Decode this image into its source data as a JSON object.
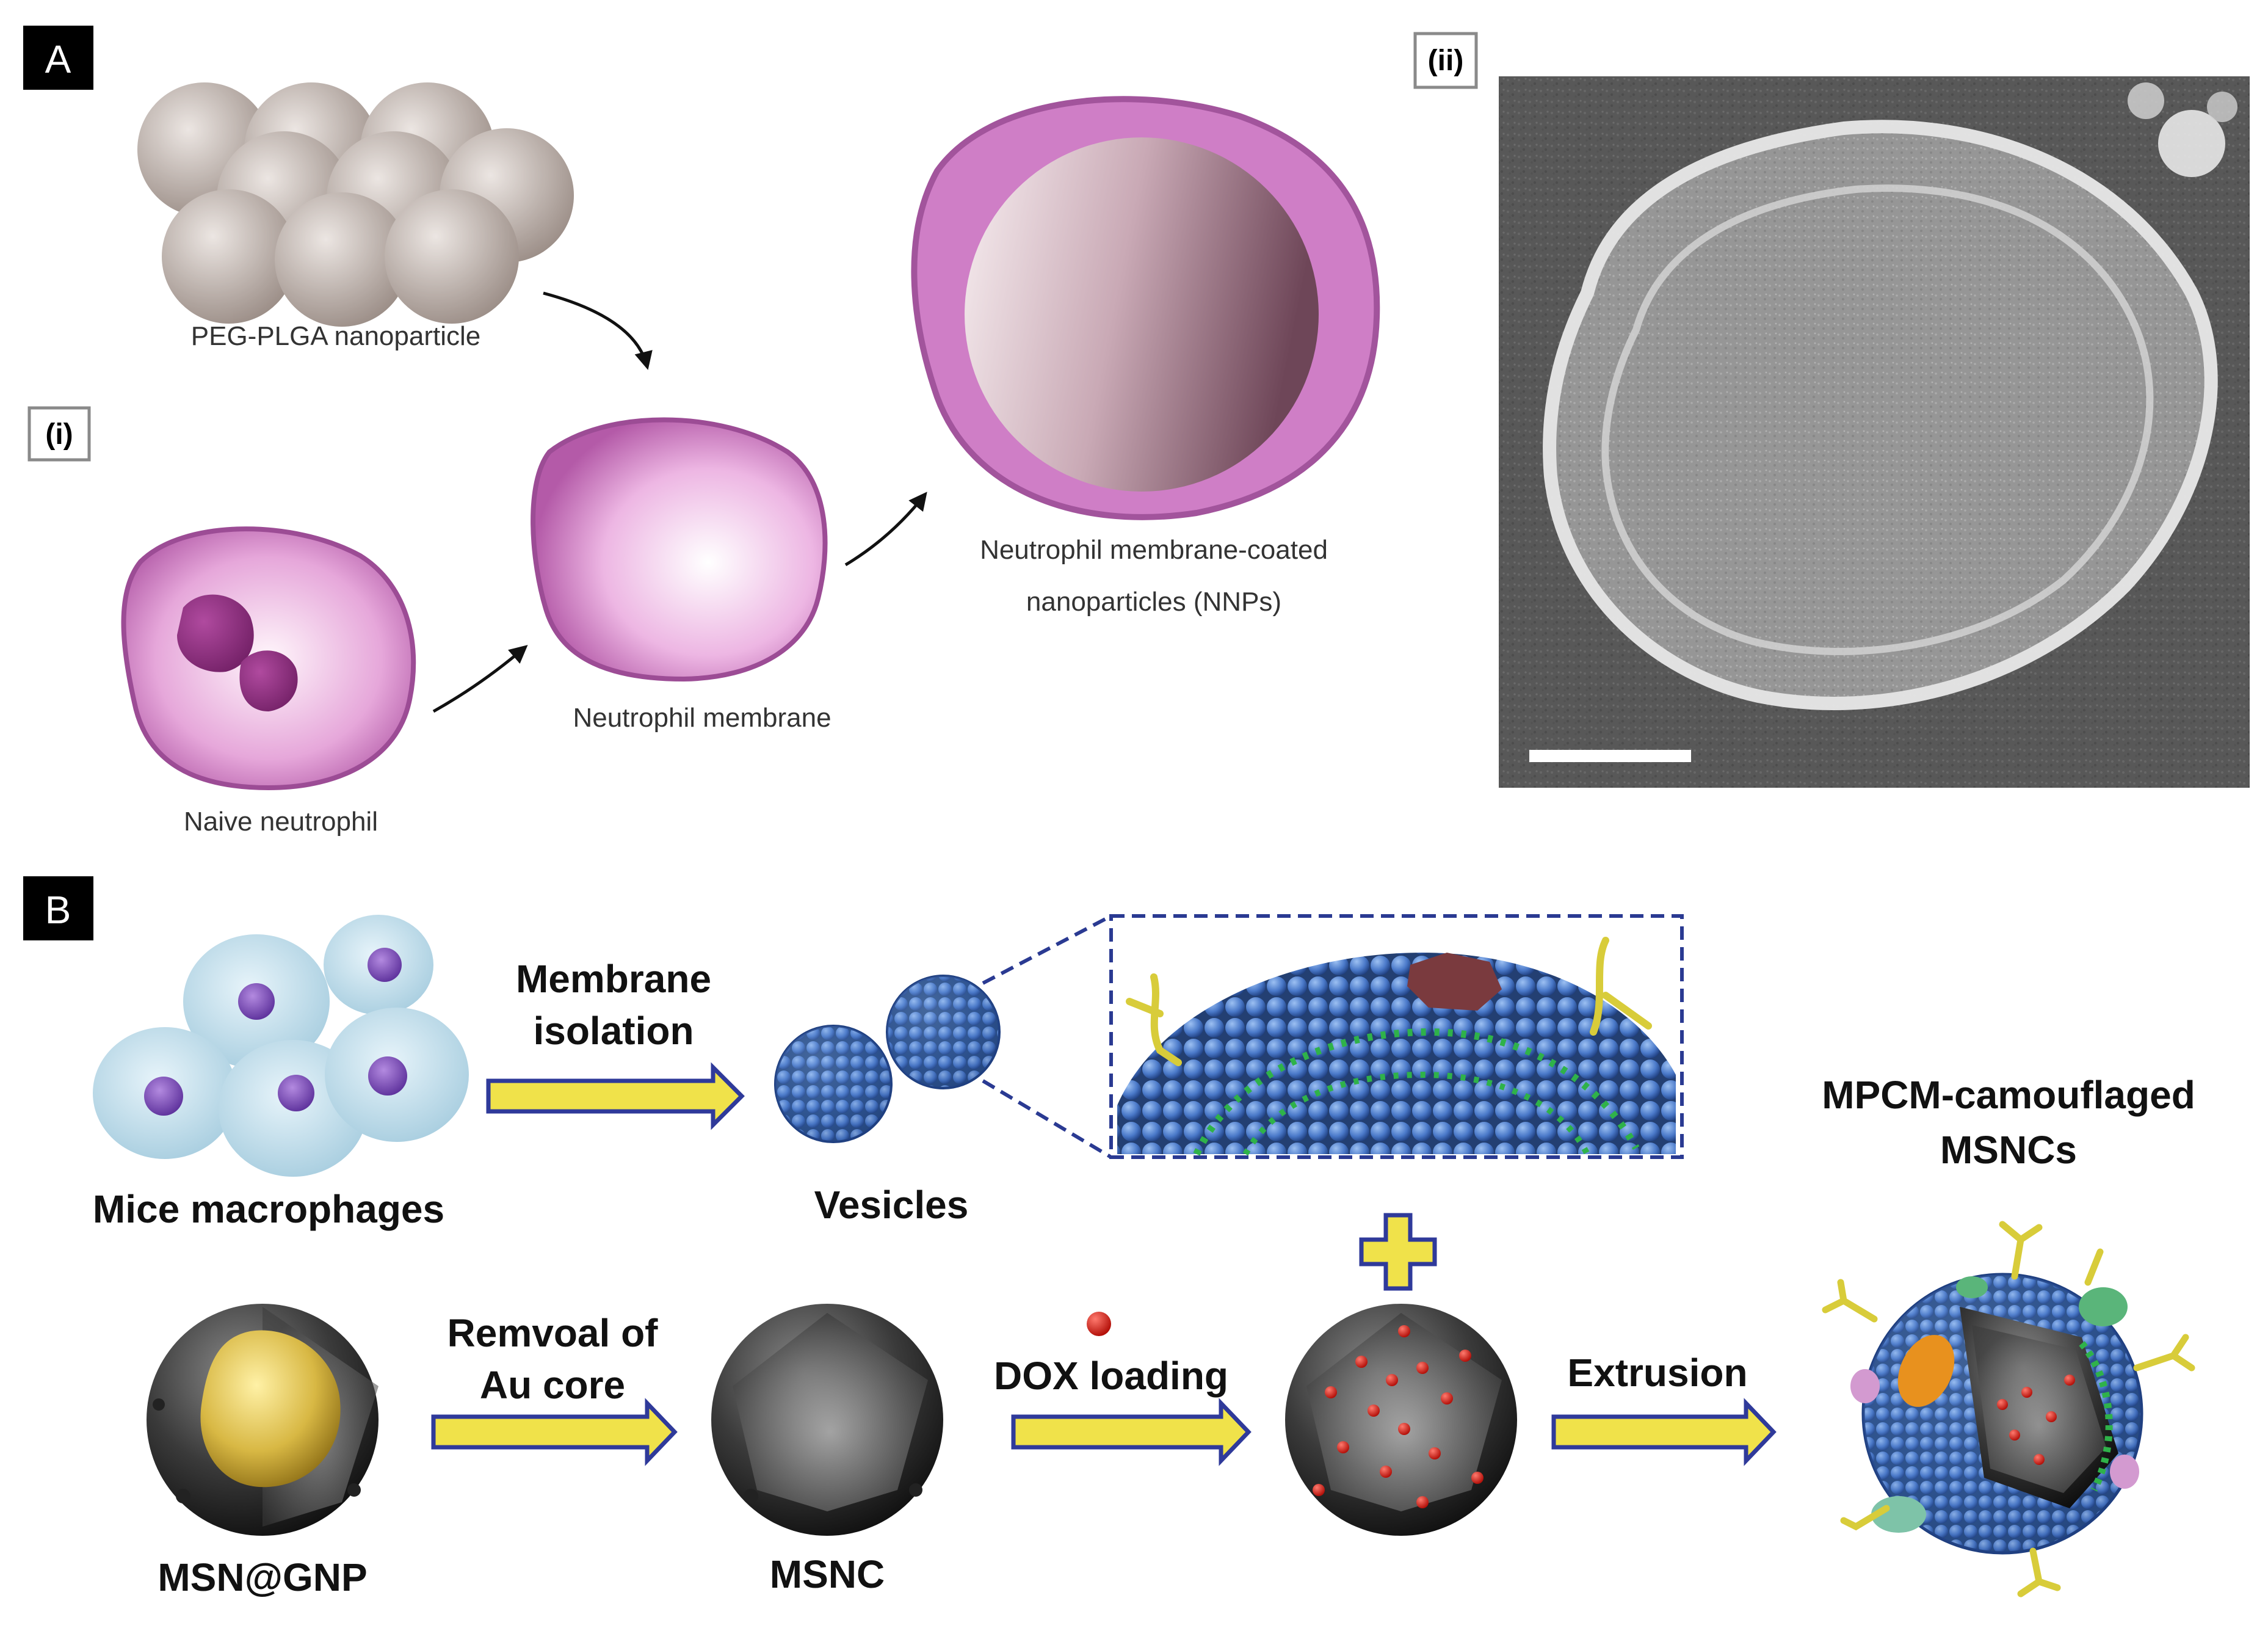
{
  "panel_a": {
    "label": "A",
    "sub_label_i": "(i)",
    "sub_label_ii": "(ii)",
    "captions": {
      "nanoparticle": "PEG-PLGA nanoparticle",
      "naive_neutrophil": "Naive neutrophil",
      "neutrophil_membrane": "Neutrophil membrane",
      "nnp_line1": "Neutrophil membrane-coated",
      "nnp_line2": "nanoparticles (NNPs)"
    }
  },
  "panel_b": {
    "label": "B",
    "captions": {
      "macrophages": "Mice macrophages",
      "membrane_isolation_line1": "Membrane",
      "membrane_isolation_line2": "isolation",
      "vesicles": "Vesicles",
      "mpcm_line1": "MPCM-camouflaged",
      "mpcm_line2": "MSNCs",
      "msn_gnp": "MSN@GNP",
      "removal_line1": "Remvoal of",
      "removal_line2": "Au core",
      "msnc": "MSNC",
      "dox_loading": "DOX loading",
      "extrusion": "Extrusion"
    }
  },
  "colors": {
    "membrane_pink": "#c76bc0",
    "vesicle_blue": "#4a79c9",
    "arrow_yellow": "#f0e24a",
    "arrow_border": "#2f3a9a",
    "dox_red": "#d9241a",
    "lipid_green": "#2fb24a"
  }
}
